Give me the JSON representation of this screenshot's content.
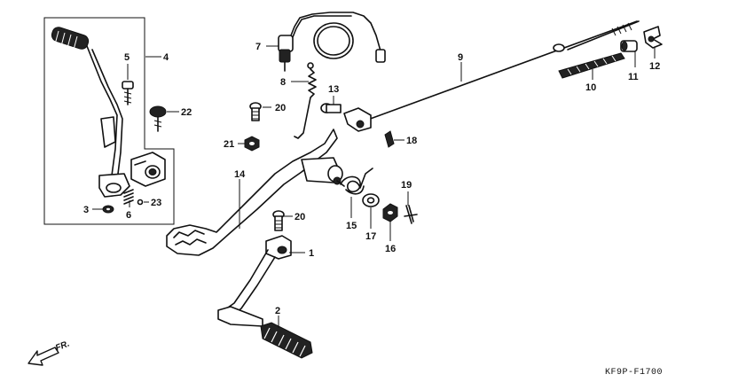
{
  "diagram": {
    "labels": {
      "p1": "1",
      "p2": "2",
      "p3": "3",
      "p4": "4",
      "p5": "5",
      "p6": "6",
      "p7": "7",
      "p8": "8",
      "p9": "9",
      "p10": "10",
      "p11": "11",
      "p12": "12",
      "p13": "13",
      "p14": "14",
      "p15": "15",
      "p16": "16",
      "p17": "17",
      "p18": "18",
      "p19": "19",
      "p20a": "20",
      "p20b": "20",
      "p21": "21",
      "p22": "22",
      "p23": "23"
    },
    "direction_label": "FR.",
    "code": "KF9P-F1700"
  }
}
